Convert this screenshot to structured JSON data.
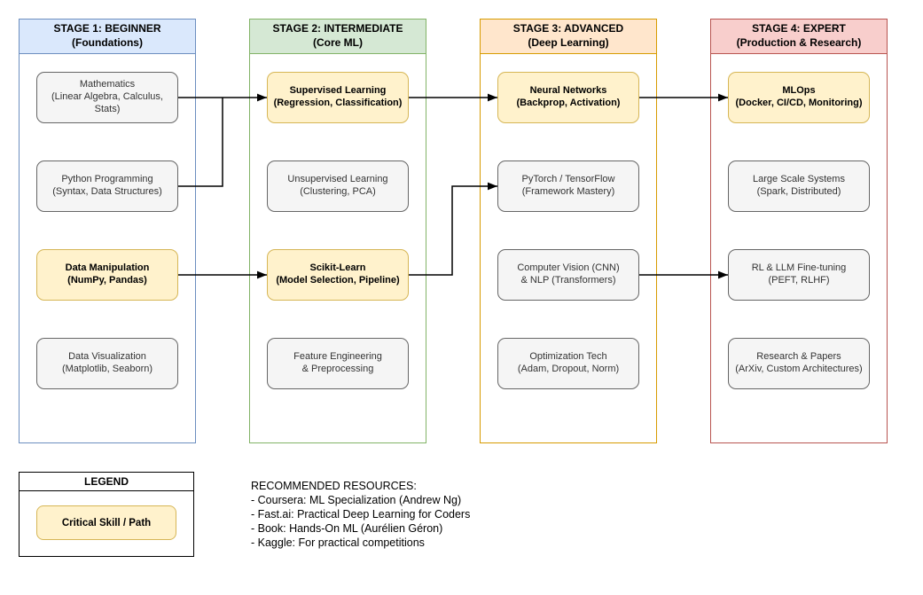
{
  "stages": [
    {
      "header": {
        "line1": "STAGE 1: BEGINNER",
        "line2": "(Foundations)"
      },
      "colors": {
        "fill": "#dae8fc",
        "border": "#6c8ebf"
      },
      "boxes": [
        {
          "line1": "Mathematics",
          "line2": "(Linear Algebra, Calculus, Stats)",
          "critical": false
        },
        {
          "line1": "Python Programming",
          "line2": "(Syntax, Data Structures)",
          "critical": false
        },
        {
          "line1": "Data Manipulation",
          "line2": "(NumPy, Pandas)",
          "critical": true
        },
        {
          "line1": "Data Visualization",
          "line2": "(Matplotlib, Seaborn)",
          "critical": false
        }
      ]
    },
    {
      "header": {
        "line1": "STAGE 2: INTERMEDIATE",
        "line2": "(Core ML)"
      },
      "colors": {
        "fill": "#d5e8d4",
        "border": "#82b366"
      },
      "boxes": [
        {
          "line1": "Supervised Learning",
          "line2": "(Regression, Classification)",
          "critical": true
        },
        {
          "line1": "Unsupervised Learning",
          "line2": "(Clustering, PCA)",
          "critical": false
        },
        {
          "line1": "Scikit-Learn",
          "line2": "(Model Selection, Pipeline)",
          "critical": true
        },
        {
          "line1": "Feature Engineering",
          "line2": "& Preprocessing",
          "critical": false
        }
      ]
    },
    {
      "header": {
        "line1": "STAGE 3: ADVANCED",
        "line2": "(Deep Learning)"
      },
      "colors": {
        "fill": "#ffe6cc",
        "border": "#d79b00"
      },
      "boxes": [
        {
          "line1": "Neural Networks",
          "line2": "(Backprop, Activation)",
          "critical": true
        },
        {
          "line1": "PyTorch / TensorFlow",
          "line2": "(Framework Mastery)",
          "critical": false
        },
        {
          "line1": "Computer Vision (CNN)",
          "line2": "& NLP (Transformers)",
          "critical": false
        },
        {
          "line1": "Optimization Tech",
          "line2": "(Adam, Dropout, Norm)",
          "critical": false
        }
      ]
    },
    {
      "header": {
        "line1": "STAGE 4: EXPERT",
        "line2": "(Production & Research)"
      },
      "colors": {
        "fill": "#f8cecc",
        "border": "#b85450"
      },
      "boxes": [
        {
          "line1": "MLOps",
          "line2": "(Docker, CI/CD, Monitoring)",
          "critical": true
        },
        {
          "line1": "Large Scale Systems",
          "line2": "(Spark, Distributed)",
          "critical": false
        },
        {
          "line1": "RL & LLM Fine-tuning",
          "line2": "(PEFT, RLHF)",
          "critical": false
        },
        {
          "line1": "Research & Papers",
          "line2": "(ArXiv, Custom Architectures)",
          "critical": false
        }
      ]
    }
  ],
  "node_colors": {
    "critical_fill": "#fff2cc",
    "critical_border": "#d6b656",
    "default_fill": "#f5f5f5",
    "default_border": "#666666"
  },
  "legend": {
    "title": "LEGEND",
    "critical_label": "Critical Skill / Path"
  },
  "resources": {
    "title": "RECOMMENDED RESOURCES:",
    "items": [
      "- Coursera: ML Specialization (Andrew Ng)",
      "- Fast.ai: Practical Deep Learning for Coders",
      "- Book: Hands-On ML (Aurélien Géron)",
      "- Kaggle: For practical competitions"
    ]
  }
}
